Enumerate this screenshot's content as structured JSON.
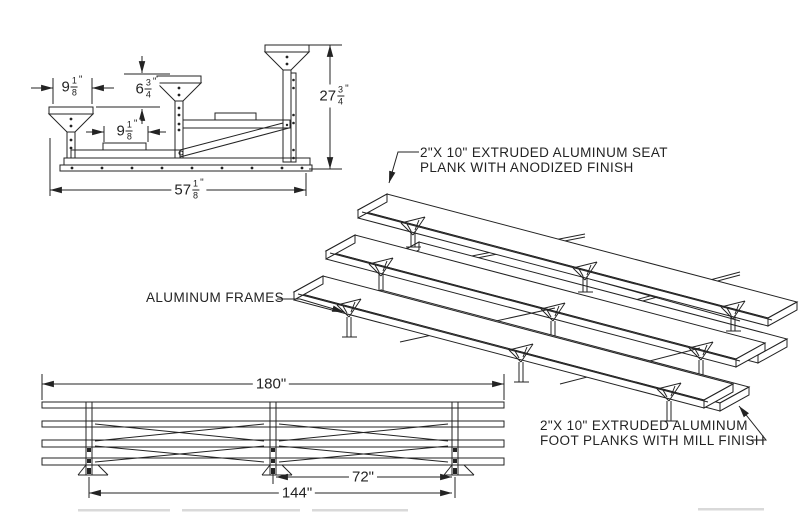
{
  "drawing": {
    "side_view": {
      "dim_seat_plank_width_top": {
        "whole": "9",
        "num": "1",
        "den": "8",
        "unit": "\""
      },
      "dim_riser_height": {
        "whole": "6",
        "num": "3",
        "den": "4",
        "unit": "\""
      },
      "dim_seat_plank_width_lower": {
        "whole": "9",
        "num": "1",
        "den": "8",
        "unit": "\""
      },
      "dim_overall_height": {
        "whole": "27",
        "num": "3",
        "den": "4",
        "unit": "\""
      },
      "dim_overall_depth": {
        "whole": "57",
        "num": "1",
        "den": "8",
        "unit": "\""
      }
    },
    "isometric_view": {
      "seat_plank_label_line1": "2\"X 10\" EXTRUDED ALUMINUM SEAT",
      "seat_plank_label_line2": "PLANK WITH ANODIZED FINISH",
      "frames_label": "ALUMINUM FRAMES",
      "foot_plank_label_line1": "2\"X 10\" EXTRUDED ALUMINUM",
      "foot_plank_label_line2": "FOOT PLANKS WITH MILL FINISH"
    },
    "front_view": {
      "dim_overall_length": "180\"",
      "dim_frame_spacing": "72\"",
      "dim_frame_span": "144\""
    },
    "line_color": "#232323"
  }
}
